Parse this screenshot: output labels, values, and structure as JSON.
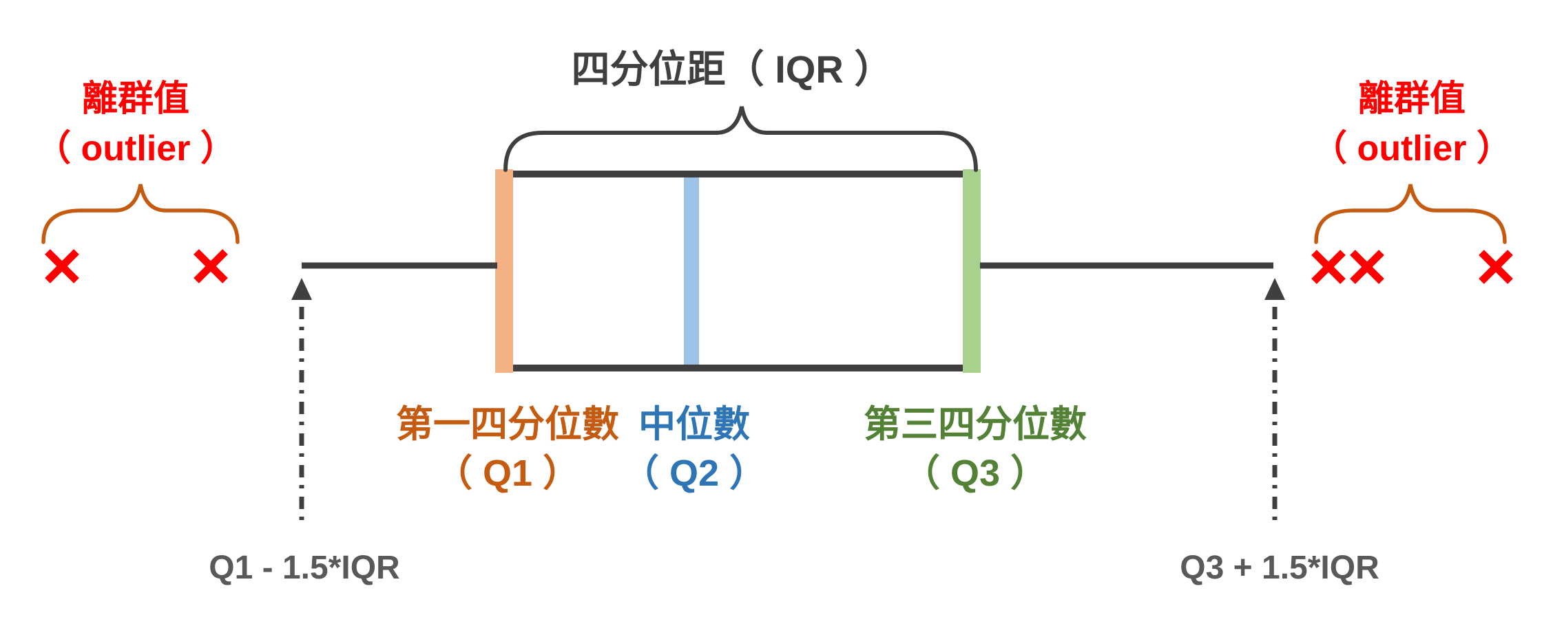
{
  "colors": {
    "background": "#ffffff",
    "dark": "#3f3f3f",
    "gray": "#595959",
    "red": "#fe0000",
    "orange": "#c55a11",
    "orange_light": "#f4b183",
    "blue": "#2e75b6",
    "blue_light": "#9dc3e6",
    "green": "#538135",
    "green_light": "#a9d18e"
  },
  "title": {
    "iqr_label": "四分位距（ IQR ）"
  },
  "outliers": {
    "left": {
      "line1": "離群值",
      "line2": "（ outlier ）"
    },
    "right": {
      "line1": "離群值",
      "line2": "（ outlier ）"
    }
  },
  "quartiles": {
    "q1": {
      "line1": "第一四分位數",
      "line2": "（ Q1 ）"
    },
    "median": {
      "line1": "中位數",
      "line2": "（ Q2 ）"
    },
    "q3": {
      "line1": "第三四分位數",
      "line2": "（ Q3 ）"
    }
  },
  "fences": {
    "lower": "Q1 - 1.5*IQR",
    "upper": "Q3 + 1.5*IQR"
  }
}
